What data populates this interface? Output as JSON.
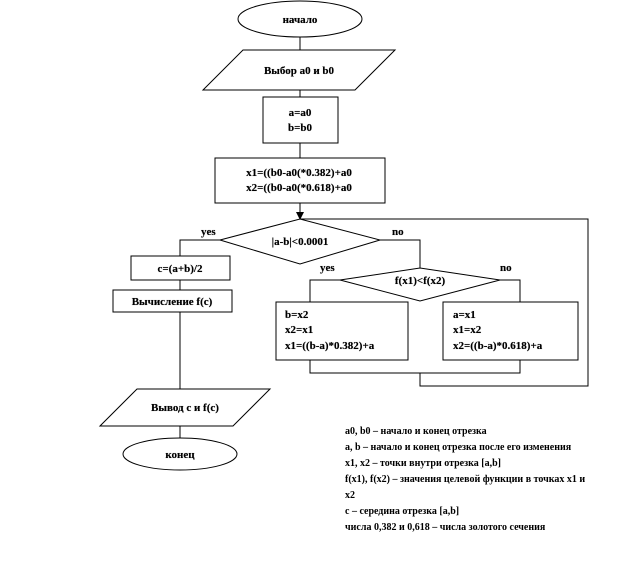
{
  "nodes": {
    "start": "начало",
    "input": "Выбор a0 и b0",
    "assign_a": "a=a0",
    "assign_b": "b=b0",
    "x1_init": "x1=((b0-a0(*0.382)+a0",
    "x2_init": "x2=((b0-a0(*0.618)+a0",
    "cond_main": "|a-b|<0.0001",
    "cond_f": "f(x1)<f(x2)",
    "calc_c": "c=(a+b)/2",
    "calc_fc": "Вычисление f(c)",
    "left_b": "b=x2",
    "left_x2": "x2=x1",
    "left_x1": "x1=((b-a)*0.382)+a",
    "right_a": "a=x1",
    "right_x1": "x1=x2",
    "right_x2": "x2=((b-a)*0.618)+a",
    "output": "Вывод c и f(c)",
    "end": "конец"
  },
  "branches": {
    "main_yes": "yes",
    "main_no": "no",
    "f_yes": "yes",
    "f_no": "no"
  },
  "legend": [
    "a0, b0 – начало и конец отрезка",
    "a, b – начало и конец отрезка после его изменения",
    "x1, x2 – точки внутри отрезка [a,b]",
    "f(x1), f(x2) – значения целевой функции в точках x1 и x2",
    "c – середина отрезка [a,b]",
    "числа 0,382 и 0,618 – числа золотого сечения"
  ]
}
